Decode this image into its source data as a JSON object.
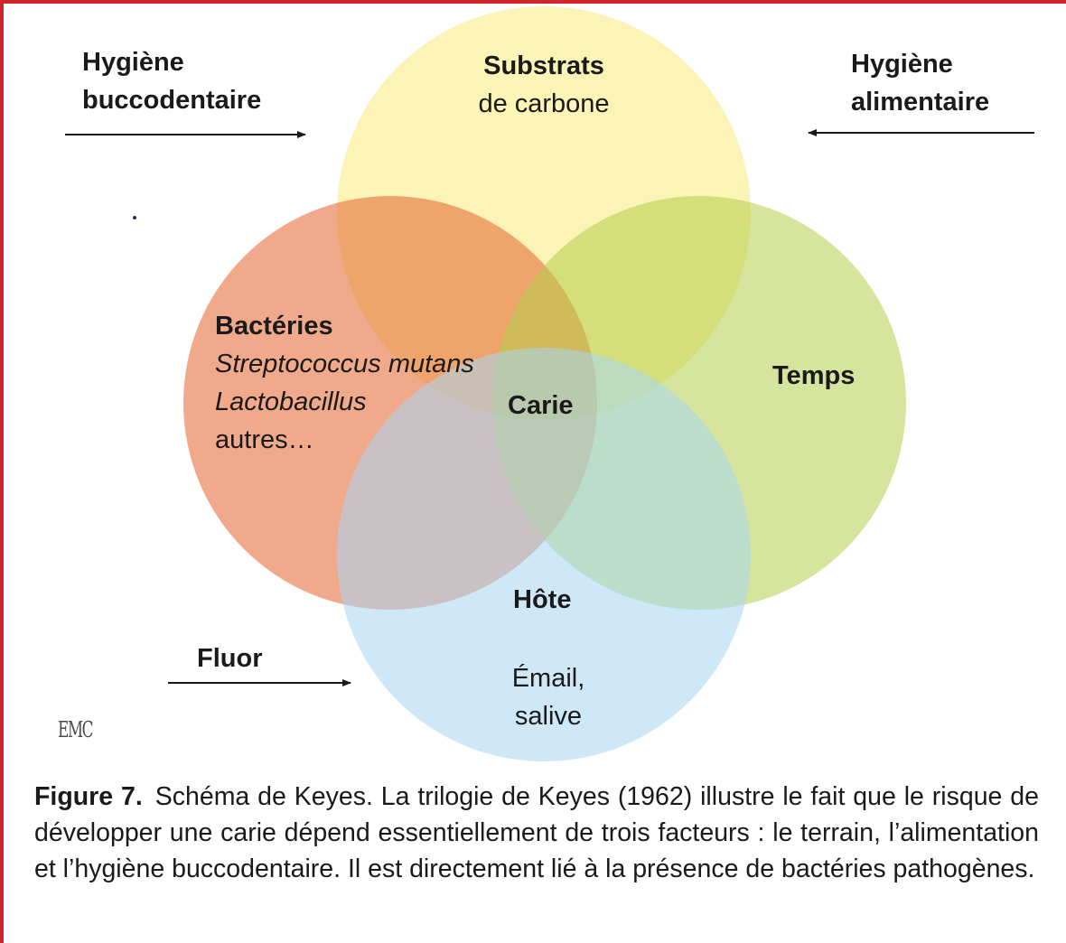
{
  "colors": {
    "frame": "#d0252b",
    "substrats_circle": "#f7eb7a",
    "bacteries_circle": "#e5622e",
    "temps_circle": "#b5cd4d",
    "hote_circle": "#a8d6f2",
    "arrow": "#1a1a1a"
  },
  "labels": {
    "hygiene_bucco": [
      "Hygiène",
      "buccodentaire"
    ],
    "hygiene_alim": [
      "Hygiène",
      "alimentaire"
    ],
    "substrats": [
      "Substrats",
      "de carbone"
    ],
    "bacteries_title": "Bactéries",
    "bacteries_items": [
      "Streptococcus mutans",
      "Lactobacillus",
      "autres…"
    ],
    "temps": "Temps",
    "carie": "Carie",
    "hote": "Hôte",
    "hote_detail": [
      "Émail,",
      "salive"
    ],
    "fluor": "Fluor"
  },
  "logo": "EMC",
  "caption": {
    "figure_label": "Figure 7.",
    "text": "Schéma de Keyes. La trilogie de Keyes (1962) illustre le fait que le risque de développer une carie dépend essentiellement de trois facteurs : le terrain, l’alimentation et l’hygiène buccodentaire. Il est directement lié à la présence de bactéries pathogènes."
  }
}
